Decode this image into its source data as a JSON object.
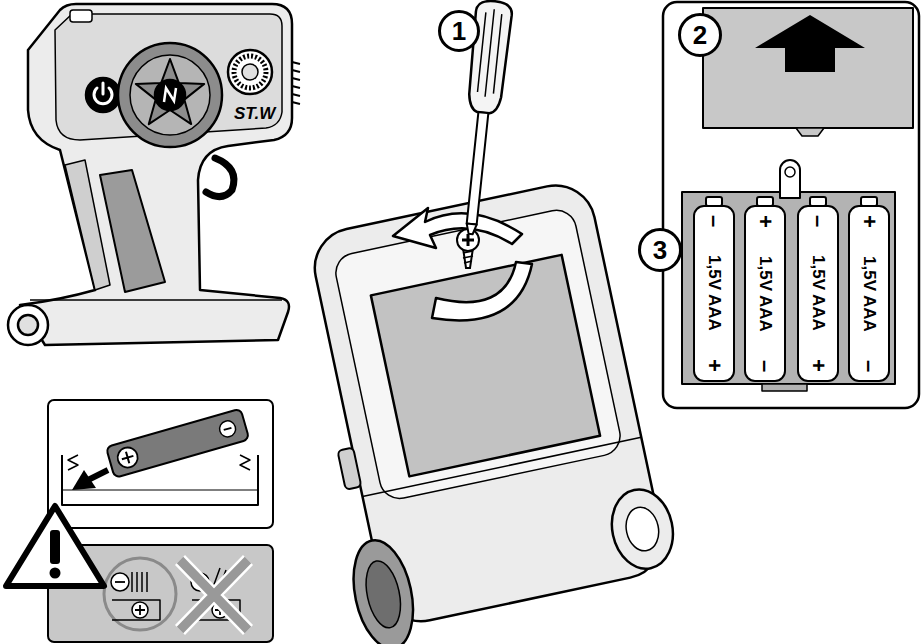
{
  "diagram": {
    "nodes": [
      {
        "text": [
          "1"
        ]
      },
      {
        "text": [
          "2"
        ]
      },
      {
        "text": [
          "3"
        ]
      },
      {
        "text": [
          "–",
          "1,5V AAA",
          "+"
        ]
      },
      {
        "text": [
          "+",
          "1,5V AAA",
          "–"
        ]
      },
      {
        "text": [
          "–",
          "1,5V AAA",
          "+"
        ]
      },
      {
        "text": [
          "+",
          "1,5V AAA",
          "–"
        ]
      }
    ],
    "labels": [
      "ST.W"
    ]
  }
}
